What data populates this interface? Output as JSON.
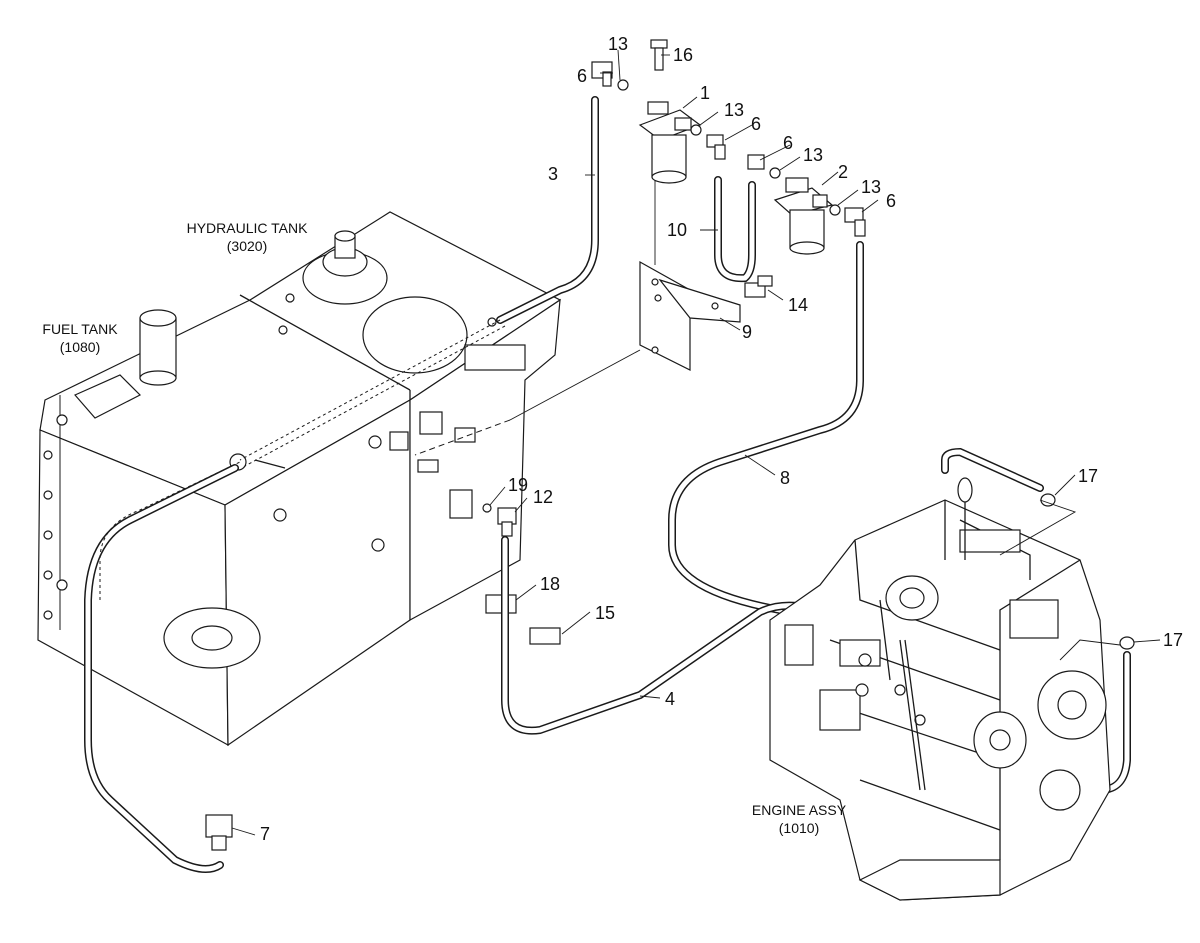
{
  "labels": {
    "hydraulic_tank": "HYDRAULIC TANK",
    "hydraulic_tank_code": "(3020)",
    "fuel_tank": "FUEL TANK",
    "fuel_tank_code": "(1080)",
    "engine_assy": "ENGINE ASSY",
    "engine_assy_code": "(1010)"
  },
  "callouts": {
    "c1": "1",
    "c2": "2",
    "c3": "3",
    "c4": "4",
    "c6a": "6",
    "c6b": "6",
    "c6c": "6",
    "c6d": "6",
    "c7": "7",
    "c8": "8",
    "c9": "9",
    "c10": "10",
    "c12": "12",
    "c13a": "13",
    "c13b": "13",
    "c13c": "13",
    "c13d": "13",
    "c14": "14",
    "c15": "15",
    "c16": "16",
    "c17a": "17",
    "c17b": "17",
    "c18": "18",
    "c19": "19"
  }
}
